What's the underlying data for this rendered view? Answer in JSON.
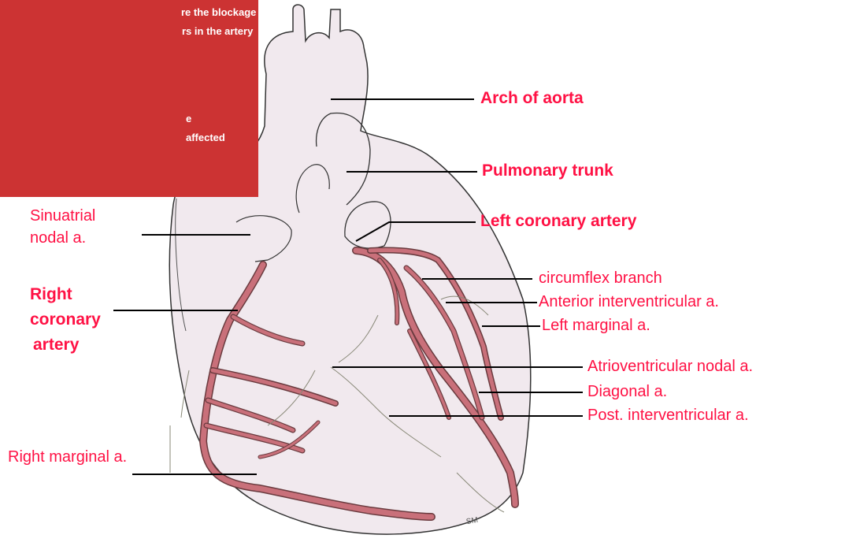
{
  "overlay": {
    "lines": [
      "re the blockage",
      "rs in the artery",
      "e",
      "affected"
    ]
  },
  "labels": {
    "arch_of_aorta": "Arch of aorta",
    "pulmonary_trunk": "Pulmonary trunk",
    "left_coronary_artery": "Left coronary artery",
    "circumflex_branch": "circumflex branch",
    "anterior_interventricular": "Anterior interventricular a.",
    "left_marginal": "Left marginal a.",
    "atrioventricular_nodal": "Atrioventricular nodal a.",
    "diagonal": "Diagonal a.",
    "post_interventricular": "Post. interventricular a.",
    "sinuatrial_1": "Sinuatrial",
    "sinuatrial_2": "nodal a.",
    "right_coronary_1": "Right",
    "right_coronary_2": "coronary",
    "right_coronary_3": "artery",
    "right_marginal": "Right marginal a."
  },
  "signature": "SM",
  "colors": {
    "label_red": "#ff1144",
    "overlay_red": "#cc3333",
    "heart_fill": "#f1e9ee",
    "vessel_fill": "#c9707a",
    "vessel_outline": "#6a3b3f",
    "outline": "#333333"
  }
}
